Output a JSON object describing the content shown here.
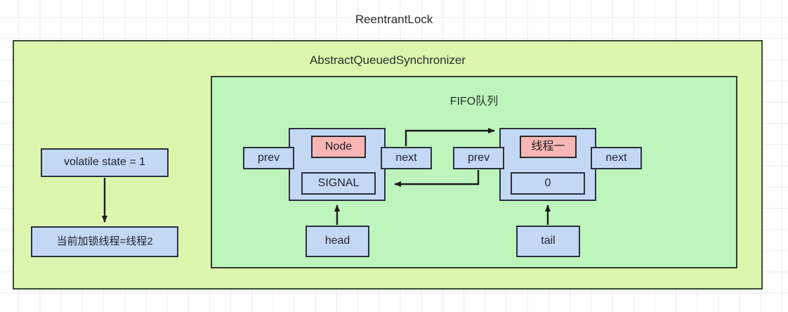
{
  "diagram": {
    "type": "uml-object-diagram",
    "outer": {
      "title": "ReentrantLock",
      "fill": "#ddf6ae",
      "border": "#3a4a38"
    },
    "aqs": {
      "title": "AbstractQueuedSynchronizer",
      "fill": "#ddf6ae"
    },
    "fifo": {
      "title": "FIFO队列",
      "fill": "#bdf5bd"
    },
    "state_box": {
      "label": "volatile state = 1"
    },
    "owner_box": {
      "label": "当前加锁线程=线程2"
    },
    "nodes": [
      {
        "id": "node-1",
        "prev_label": "prev",
        "next_label": "next",
        "thread_label": "Node",
        "thread_fill": "#f9b6b6",
        "wait_status": "SIGNAL",
        "pointer_label": "head"
      },
      {
        "id": "node-2",
        "prev_label": "prev",
        "next_label": "next",
        "thread_label": "线程一",
        "thread_fill": "#f9b6b6",
        "wait_status": "0",
        "pointer_label": "tail"
      }
    ],
    "colors": {
      "blue_fill": "#c3d8f5",
      "pink_fill": "#f9b6b6",
      "outer_green": "#ddf6ae",
      "inner_green": "#bdf5bd",
      "line": "#1b1b1b",
      "grid": "#ebebeb"
    }
  }
}
